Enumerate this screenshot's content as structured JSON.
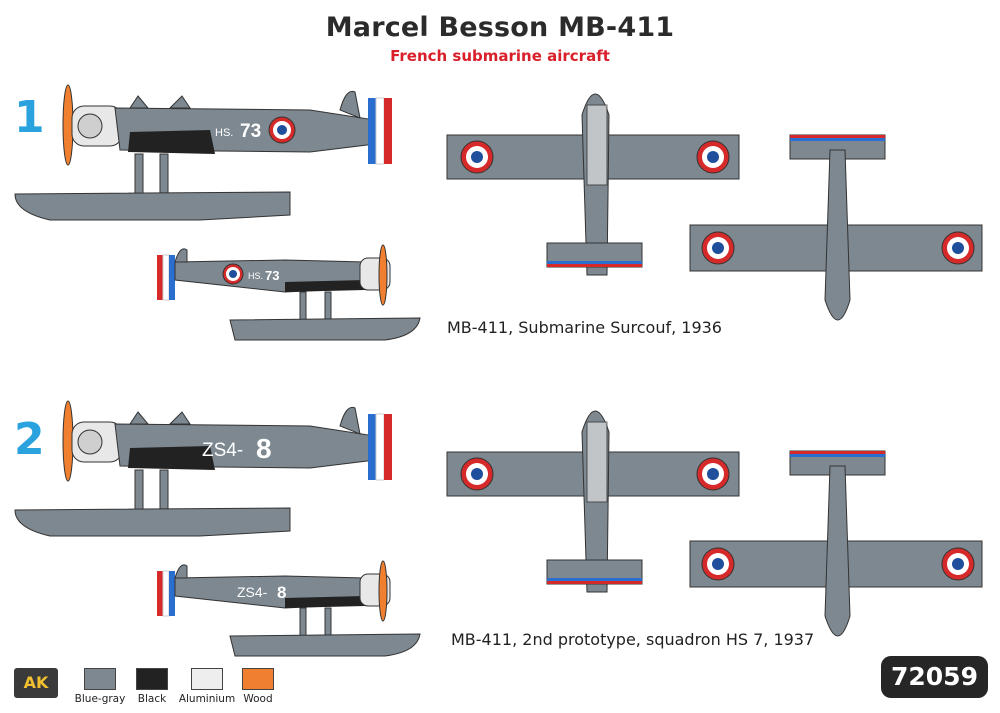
{
  "title": "Marcel Besson MB-411",
  "subtitle": "French submarine aircraft",
  "schemes": [
    {
      "number": "1",
      "caption": "MB-411, Submarine Surcouf, 1936",
      "side_code_small": "HS.",
      "side_code_big": "73"
    },
    {
      "number": "2",
      "caption": "MB-411, 2nd  prototype, squadron HS 7, 1937",
      "side_code_small": "ZS4-",
      "side_code_big": "8"
    }
  ],
  "palette": [
    {
      "name": "Blue-gray",
      "color": "#7d8890"
    },
    {
      "name": "Black",
      "color": "#222222"
    },
    {
      "name": "Aluminium",
      "color": "#eeeeee"
    },
    {
      "name": "Wood",
      "color": "#f08030"
    }
  ],
  "product_code": "72059",
  "logo_text": "AK",
  "colors": {
    "accent_blue": "#2aa2dd",
    "subtitle_red": "#d9202a",
    "aircraft_gray": "#7d8890",
    "roundel_blue": "#1f4f9c",
    "roundel_red": "#d62a2a"
  }
}
